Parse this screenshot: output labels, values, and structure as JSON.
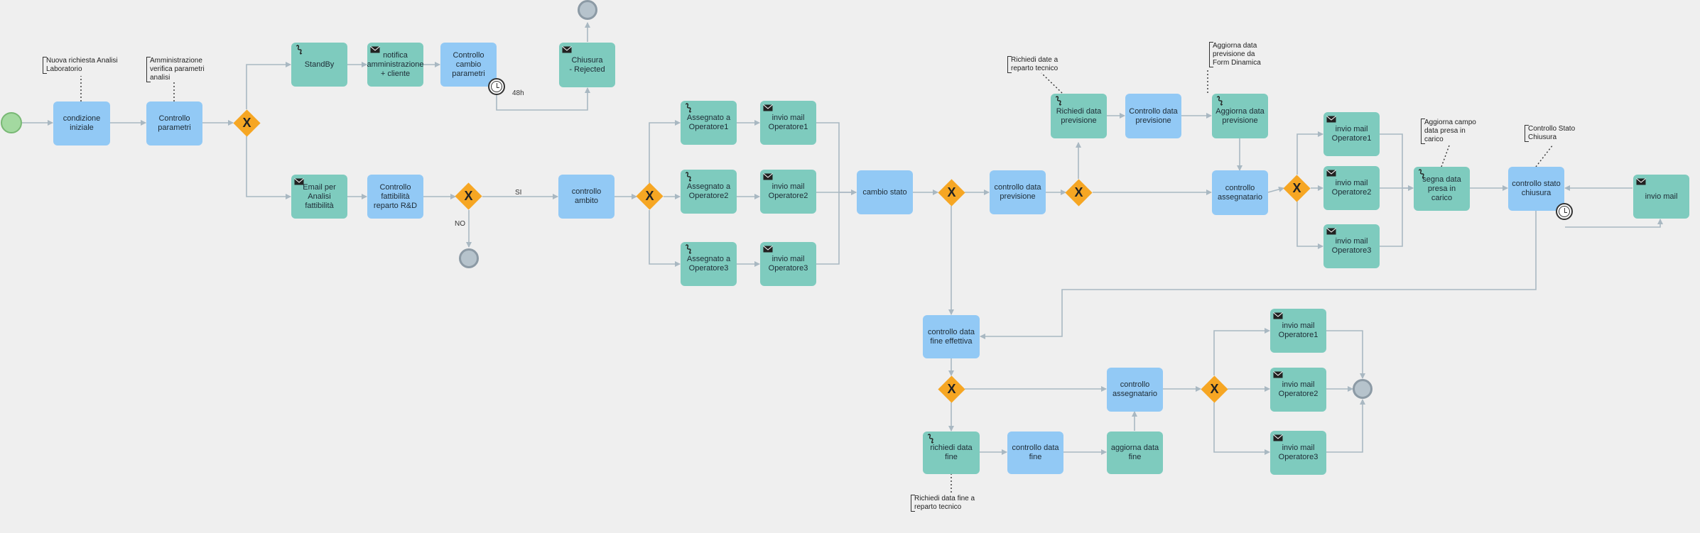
{
  "tasks": {
    "condizione_iniziale": "condizione\niniziale",
    "controllo_parametri": "Controllo\nparametri",
    "standby": "StandBy",
    "notifica": "notifica\namministrazione\n+ cliente",
    "controllo_cambio": "Controllo\ncambio\nparametri",
    "chiusura_rejected": "Chiusura\n- Rejected",
    "email_analisi": "Email per Analisi\nfattibilità",
    "controllo_fattibilita": "Controllo\nfattibilità\nreparto R&D",
    "controllo_ambito": "controllo ambito",
    "assegnato_op1": "Assegnato a\nOperatore1",
    "assegnato_op2": "Assegnato a\nOperatore2",
    "assegnato_op3": "Assegnato a\nOperatore3",
    "invio_mail_op1_a": "invio mail\nOperatore1",
    "invio_mail_op2_a": "invio mail\nOperatore2",
    "invio_mail_op3_a": "invio mail\nOperatore3",
    "cambio_stato": "cambio stato",
    "controllo_data_previsione_1": "controllo data\nprevisione",
    "richiedi_data_previsione": "Richiedi data\nprevisione",
    "controllo_data_previsione_2": "Controllo data\nprevisione",
    "aggiorna_data_previsione": "Aggiorna data\nprevisione",
    "controllo_assegnatario_1": "controllo\nassegnatario",
    "invio_mail_op1_b": "invio mail\nOperatore1",
    "invio_mail_op2_b": "invio mail\nOperatore2",
    "invio_mail_op3_b": "invio mail\nOperatore3",
    "segna_data_presa": "segna data\npresa in carico",
    "controllo_stato_chiusura": "controllo stato\nchiusura",
    "invio_mail_final": "invio mail",
    "controllo_data_fine_effettiva": "controllo data\nfine effettiva",
    "richiedi_data_fine": "richiedi data fine",
    "controllo_data_fine": "controllo data\nfine",
    "aggiorna_data_fine": "aggiorna data\nfine",
    "controllo_assegnatario_2": "controllo\nassegnatario",
    "invio_mail_op1_c": "invio mail\nOperatore1",
    "invio_mail_op2_c": "invio mail\nOperatore2",
    "invio_mail_op3_c": "invio mail\nOperatore3"
  },
  "annotations": {
    "nuova_richiesta": "Nuova richiesta Analisi\nLaboratorio",
    "amministrazione": "Amministrazione\nverifica parametri\nanalisi",
    "richiedi_date": "Richiedi date a\nreparto tecnico",
    "aggiorna_form": "Aggiorna data\nprevisione da\nForm Dinamica",
    "aggiorna_campo": "Aggiorna campo\ndata presa in\ncarico",
    "controllo_stato": "Controllo Stato\nChiusura",
    "richiedi_fine": "Richiedi data fine a\nreparto tecnico"
  },
  "edge_labels": {
    "timer_48h": "48h",
    "si": "SI",
    "no": "NO"
  },
  "gateway_symbol": "X",
  "colors": {
    "service_task": "#92c9f5",
    "user_task": "#7ecbbe",
    "gateway": "#f6a623",
    "start_event": "#a3d9a0",
    "end_event": "#b6c3cc",
    "flow_line": "#a9b8c2"
  }
}
